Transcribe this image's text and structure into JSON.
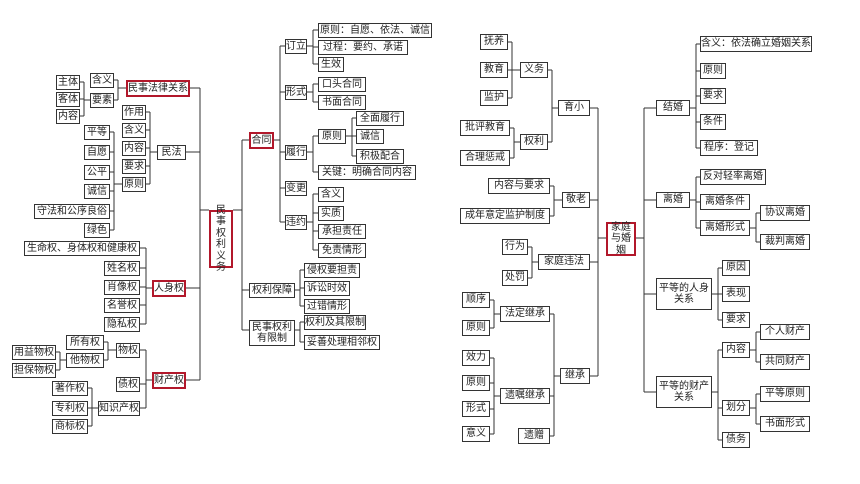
{
  "left_map": {
    "root": "民事权利义务",
    "legal_relation": {
      "label": "民事法律关系",
      "elements": [
        "主体",
        "客体",
        "内容"
      ],
      "groups": [
        "含义",
        "要素"
      ]
    },
    "civil_law": {
      "label": "民法",
      "children": [
        "作用",
        "含义",
        "内容",
        "要求",
        "原则"
      ],
      "principles": [
        "平等",
        "自愿",
        "公平",
        "诚信",
        "守法和公序良俗",
        "绿色"
      ]
    },
    "personal_rights": {
      "label": "人身权",
      "children": [
        "生命权、身体权和健康权",
        "姓名权",
        "肖像权",
        "名誉权",
        "隐私权"
      ]
    },
    "property_rights": {
      "label": "财产权",
      "children": [
        "物权",
        "债权",
        "知识产权"
      ],
      "real_rights": [
        "所有权",
        "他物权"
      ],
      "other_real": [
        "用益物权",
        "担保物权"
      ],
      "ip": [
        "著作权",
        "专利权",
        "商标权"
      ]
    },
    "contract": {
      "label": "合同",
      "children": [
        "订立",
        "形式",
        "履行",
        "变更",
        "违约"
      ],
      "formation": [
        "原则：自愿、依法、诚信",
        "过程：要约、承诺",
        "生效"
      ],
      "forms": [
        "口头合同",
        "书面合同"
      ],
      "performance_principle": "原则",
      "performance_principles": [
        "全面履行",
        "诚信",
        "积极配合"
      ],
      "performance_key": "关键：明确合同内容",
      "breach": [
        "含义",
        "实质",
        "承担责任",
        "免责情形"
      ]
    },
    "protection": {
      "label": "权利保障",
      "children": [
        "侵权要担责",
        "诉讼时效",
        "过错情形"
      ]
    },
    "limits": {
      "label": "民事权利有限制",
      "children": [
        "权利及其限制",
        "妥善处理相邻权"
      ]
    }
  },
  "right_map": {
    "root": "家庭与婚姻",
    "upbringing": {
      "label": "育小",
      "obligations": "义务",
      "rights": "权利",
      "duty_items": [
        "抚养",
        "教育",
        "监护"
      ],
      "right_items": [
        "批评教育",
        "合理惩戒"
      ]
    },
    "elderly": {
      "label": "敬老",
      "children": [
        "内容与要求",
        "成年意定监护制度"
      ]
    },
    "violation": {
      "label": "家庭违法",
      "children": [
        "行为",
        "处罚"
      ]
    },
    "inheritance": {
      "label": "继承",
      "children": [
        "法定继承",
        "遗嘱继承",
        "遗赠"
      ],
      "statutory": [
        "顺序",
        "原则"
      ],
      "testamentary": [
        "效力",
        "原则",
        "形式",
        "意义"
      ]
    },
    "marriage": {
      "label": "结婚",
      "children": [
        "含义：依法确立婚姻关系",
        "原则",
        "要求",
        "条件",
        "程序：登记"
      ]
    },
    "divorce": {
      "label": "离婚",
      "children": [
        "反对轻率离婚",
        "离婚条件",
        "离婚形式"
      ],
      "forms": [
        "协议离婚",
        "裁判离婚"
      ]
    },
    "personal_relation": {
      "label": "平等的人身关系",
      "children": [
        "原因",
        "表现",
        "要求"
      ]
    },
    "property_relation": {
      "label": "平等的财产关系",
      "children": [
        "内容",
        "划分",
        "债务"
      ],
      "content": [
        "个人财产",
        "共同财产"
      ],
      "division": [
        "平等原则",
        "书面形式"
      ]
    }
  }
}
